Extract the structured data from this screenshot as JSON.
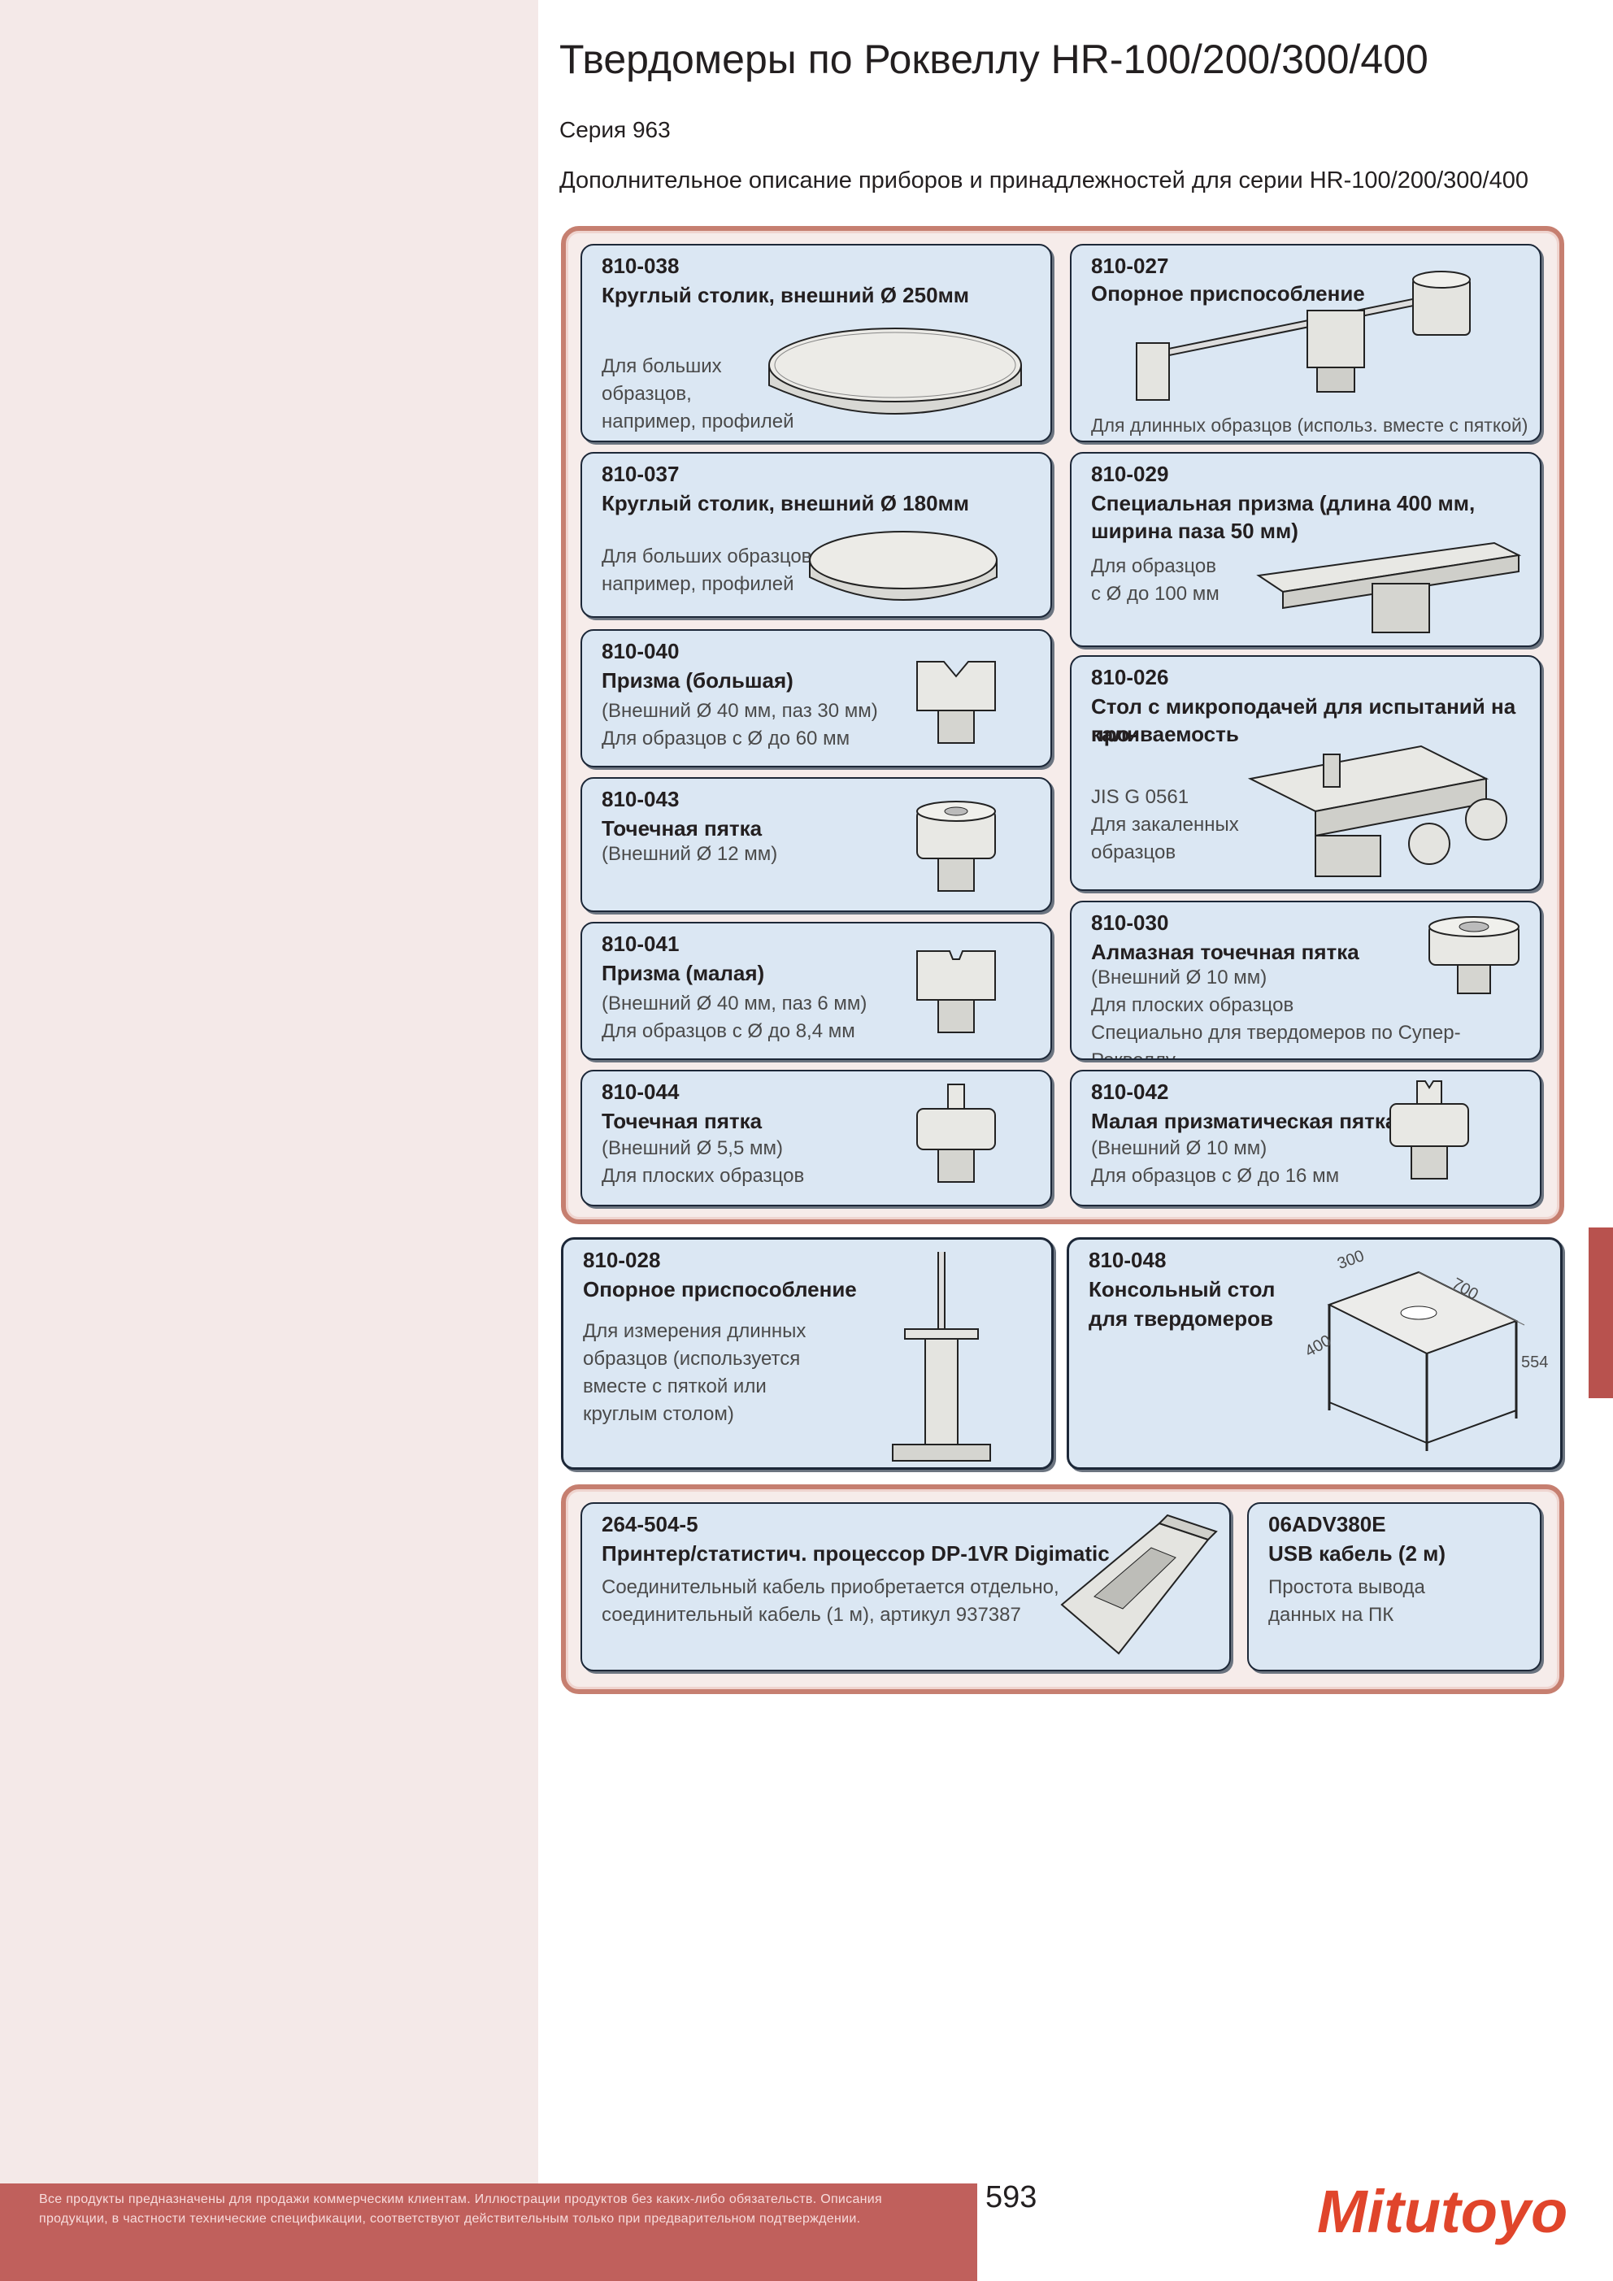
{
  "header": {
    "title": "Твердомеры по Роквеллу HR-100/200/300/400",
    "series": "Серия 963",
    "subtitle": "Дополнительное описание приборов и принадлежностей для серии HR-100/200/300/400"
  },
  "cards": {
    "c810038": {
      "code": "810-038",
      "name": "Круглый столик, внешний Ø 250мм",
      "desc1": "Для больших",
      "desc2": "образцов,",
      "desc3": "например, профилей"
    },
    "c810027": {
      "code": "810-027",
      "name": "Опорное приспособление",
      "desc1": "Для длинных образцов (использ. вместе с пяткой)"
    },
    "c810037": {
      "code": "810-037",
      "name": "Круглый столик, внешний Ø 180мм",
      "desc1": "Для больших образцов",
      "desc2": "например, профилей"
    },
    "c810029": {
      "code": "810-029",
      "name1": "Специальная призма (длина 400 мм,",
      "name2": "ширина паза 50 мм)",
      "desc1": "Для образцов",
      "desc2": "с Ø до 100 мм"
    },
    "c810040": {
      "code": "810-040",
      "name": "Призма (большая)",
      "desc1": "(Внешний Ø 40 мм, паз 30 мм)",
      "desc2": "Для образцов с Ø до 60 мм"
    },
    "c810026": {
      "code": "810-026",
      "name1": "Стол с микроподачей для испытаний на про-",
      "name2": "каливаемость",
      "desc1": "JIS G 0561",
      "desc2": "Для закаленных",
      "desc3": "образцов"
    },
    "c810043": {
      "code": "810-043",
      "name": "Точечная пятка",
      "desc1": "(Внешний Ø 12 мм)"
    },
    "c810041": {
      "code": "810-041",
      "name": "Призма (малая)",
      "desc1": "(Внешний Ø 40 мм, паз 6 мм)",
      "desc2": "Для образцов с Ø до 8,4 мм"
    },
    "c810030": {
      "code": "810-030",
      "name": "Алмазная точечная пятка",
      "desc1": "(Внешний Ø 10 мм)",
      "desc2": "Для плоских образцов",
      "desc3": "Специально для твердомеров по Супер-Роквеллу"
    },
    "c810044": {
      "code": "810-044",
      "name": "Точечная пятка",
      "desc1": "(Внешний Ø 5,5 мм)",
      "desc2": "Для плоских образцов"
    },
    "c810042": {
      "code": "810-042",
      "name": "Малая призматическая пятка",
      "desc1": "(Внешний Ø 10 мм)",
      "desc2": "Для образцов с Ø до 16 мм"
    },
    "c810028": {
      "code": "810-028",
      "name": "Опорное приспособление",
      "desc1": "Для измерения длинных",
      "desc2": "образцов (используется",
      "desc3": "вместе с пяткой или",
      "desc4": "круглым столом)"
    },
    "c810048": {
      "code": "810-048",
      "name1": "Консольный стол",
      "name2": "для твердомеров",
      "dim1": "300",
      "dim2": "700",
      "dim3": "400",
      "dim4": "554"
    },
    "c264504": {
      "code": "264-504-5",
      "name": "Принтер/статистич. процессор DP-1VR Digimatic",
      "desc1": "Соединительный кабель приобретается отдельно,",
      "desc2": "соединительный кабель (1 м), артикул 937387"
    },
    "c06adv": {
      "code": "06ADV380E",
      "name": "USB кабель (2 м)",
      "desc1": "Простота вывода",
      "desc2": "данных на ПК"
    }
  },
  "footer": {
    "disclaimer": "Все продукты предназначены для продажи коммерческим клиентам. Иллюстрации продуктов без каких-либо обязательств. Описания продукции, в частности технические спецификации, соответствуют действительным только при предварительном подтверждении.",
    "page_number": "593",
    "brand": "Mitutoyo"
  },
  "colors": {
    "card_bg": "#dbe7f3",
    "frame": "#c67f70",
    "left_band": "#f4e9e8",
    "footer": "#c0605c",
    "brand": "#e0452b"
  }
}
